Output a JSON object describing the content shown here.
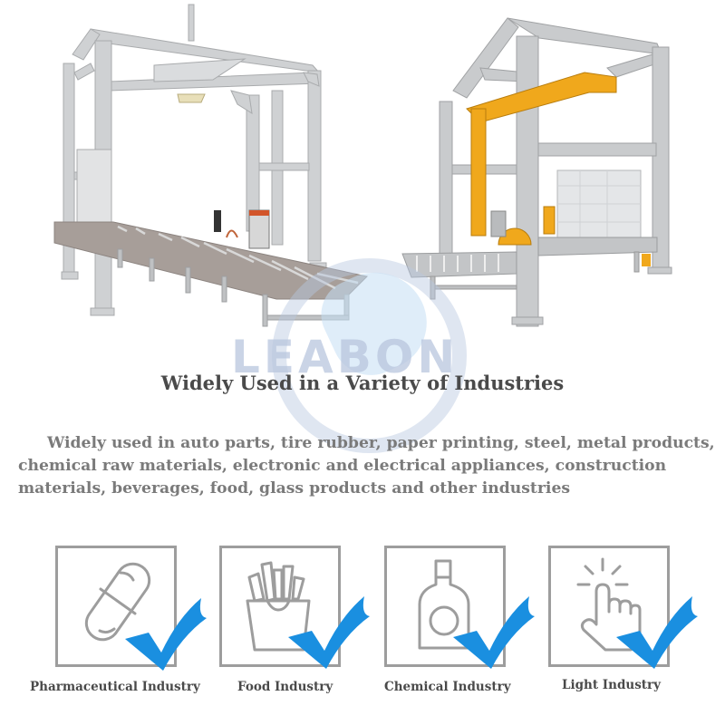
{
  "watermark": {
    "brand": "LEABON"
  },
  "section": {
    "heading": "Widely Used in a Variety of Industries",
    "description": "Widely used in auto parts, tire rubber, paper printing, steel, metal products, chemical raw materials, electronic and electrical appliances, construction materials, beverages, food, glass products and other industries"
  },
  "images": [
    {
      "name": "gantry-wrapper-roller-conveyor",
      "icon": "machine-photo"
    },
    {
      "name": "rotary-arm-wrapper-with-pallet",
      "icon": "machine-photo"
    }
  ],
  "industries": [
    {
      "label": "Pharmaceutical Industry",
      "icon": "pill-icon"
    },
    {
      "label": "Food Industry",
      "icon": "fries-icon"
    },
    {
      "label": "Chemical Industry",
      "icon": "bottle-icon"
    },
    {
      "label": "Light Industry",
      "icon": "tap-hand-icon"
    }
  ],
  "colors": {
    "check": "#1a8fe0",
    "icon_stroke": "#9d9d9d",
    "heading": "#4a4a4a",
    "body_text": "#7a7a7a",
    "watermark": "#b9c6de",
    "machine_frame": "#c9cbcd",
    "arm_yellow": "#f0a81c"
  }
}
